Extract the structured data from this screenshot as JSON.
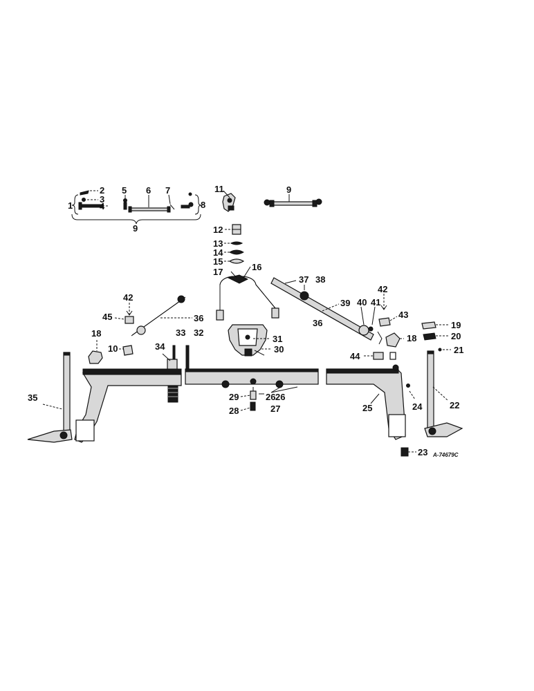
{
  "diagram": {
    "drawing_number": "A-74679C",
    "callouts": [
      "1",
      "2",
      "3",
      "4",
      "5",
      "6",
      "7",
      "8",
      "9",
      "9",
      "10",
      "11",
      "12",
      "13",
      "14",
      "15",
      "16",
      "17",
      "18",
      "18",
      "19",
      "20",
      "21",
      "22",
      "23",
      "24",
      "25",
      "26",
      "26",
      "27",
      "28",
      "29",
      "30",
      "31",
      "32",
      "33",
      "34",
      "35",
      "36",
      "36",
      "37",
      "38",
      "39",
      "40",
      "41",
      "42",
      "42",
      "43",
      "44",
      "45"
    ]
  }
}
